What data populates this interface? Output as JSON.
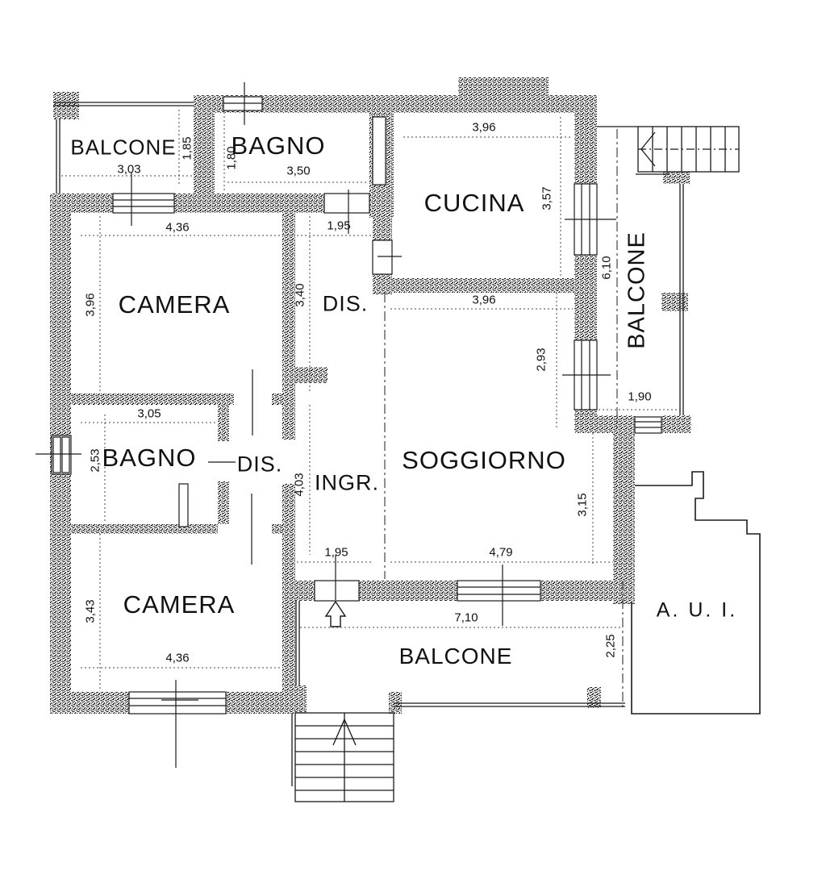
{
  "drawing": {
    "type": "apartment floor plan",
    "colors": {
      "background": "#ffffff",
      "line": "#1a1a1a",
      "wall_speckle": "#6b6b6b"
    }
  },
  "rooms": {
    "balcone_top_left": {
      "label": "BALCONE",
      "width": "3,03",
      "height": "1,85"
    },
    "bagno_top": {
      "label": "BAGNO",
      "width": "3,50",
      "height": "1,80"
    },
    "cucina": {
      "label": "CUCINA",
      "width": "3,96",
      "height": "3,57"
    },
    "balcone_right": {
      "label": "BALCONE",
      "width": "1,90",
      "height": "6,10"
    },
    "camera_top": {
      "label": "CAMERA",
      "width": "4,36",
      "height": "3,96"
    },
    "disimpegno_top": {
      "label": "DIS.",
      "width": "1,95",
      "height": "3,40"
    },
    "bagno_middle": {
      "label": "BAGNO",
      "width": "3,05",
      "height": "2,53"
    },
    "disimpegno_middle": {
      "label": "DIS."
    },
    "ingresso": {
      "label": "INGR.",
      "width": "1,95",
      "height": "4,03"
    },
    "soggiorno": {
      "label": "SOGGIORNO",
      "width_top": "3,96",
      "height_upper": "2,93",
      "height_lower": "3,15",
      "width_bottom": "4,79"
    },
    "camera_bottom": {
      "label": "CAMERA",
      "width": "4,36",
      "height": "3,43"
    },
    "balcone_bottom": {
      "label": "BALCONE",
      "width": "7,10",
      "height": "2,25"
    },
    "aui": {
      "label": "A. U. I."
    }
  }
}
